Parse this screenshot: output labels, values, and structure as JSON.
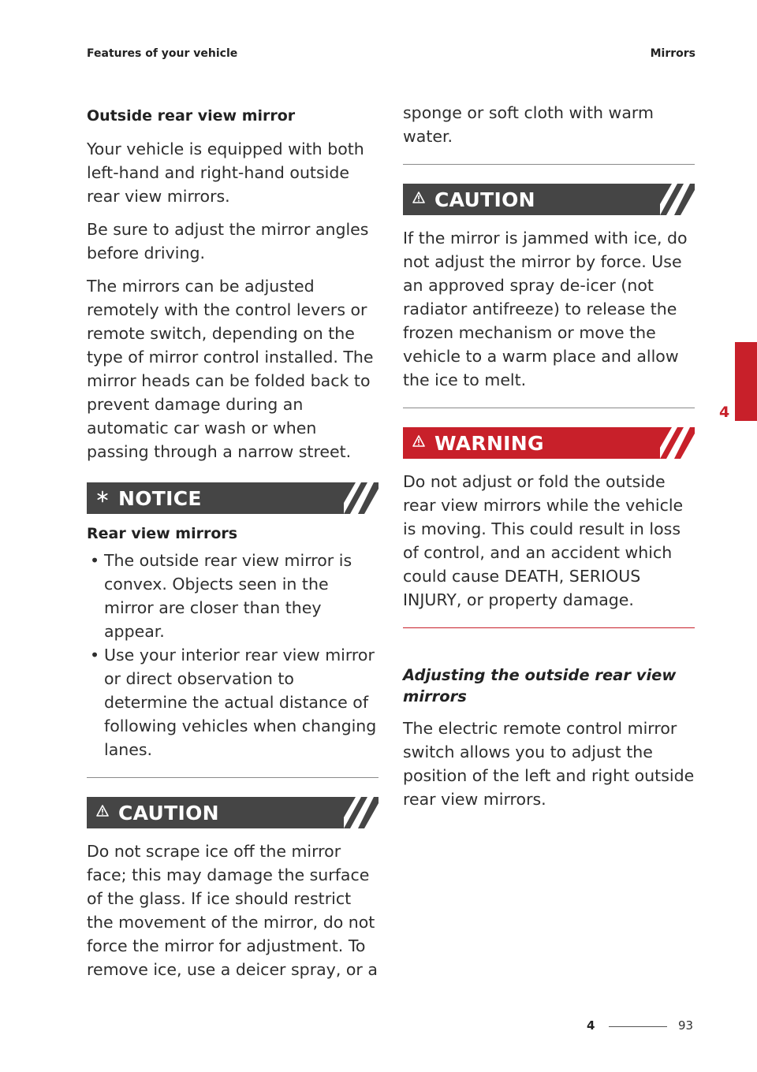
{
  "header": {
    "left": "Features of your vehicle",
    "right": "Mirrors"
  },
  "left_column": {
    "title": "Outside rear view mirror",
    "paragraphs": [
      "Your vehicle is equipped with both left-hand and right-hand outside rear view mirrors.",
      "Be sure to adjust the mirror angles before driving.",
      "The mirrors can be adjusted remotely with the control levers or remote switch, depending on the type of mirror control installed. The mirror heads can be folded back to prevent damage during an automatic car wash or when passing through a narrow street."
    ],
    "notice": {
      "label": "NOTICE",
      "icon": "asterisk-icon",
      "subtitle": "Rear view mirrors",
      "bullets": [
        "The outside rear view mirror is convex. Objects seen in the mirror are closer than they appear.",
        "Use your interior rear view mirror or direct observation to determine the actual distance of following vehicles when changing lanes."
      ]
    },
    "caution": {
      "label": "CAUTION",
      "icon": "warning-triangle-icon",
      "text": "Do not scrape ice off the mirror face; this may damage the surface of the glass. If ice should restrict the movement of the mirror, do not force the mirror for adjustment. To remove ice, use a deicer spray, or a"
    }
  },
  "right_column": {
    "continued_text": "sponge or soft cloth with warm water.",
    "caution": {
      "label": "CAUTION",
      "icon": "warning-triangle-icon",
      "text": "If the mirror is jammed with ice, do not adjust the mirror by force. Use an approved spray de-icer (not radiator antifreeze) to release the frozen mechanism or move the vehicle to a warm place and allow the ice to melt."
    },
    "warning": {
      "label": "WARNING",
      "icon": "warning-triangle-icon",
      "text": "Do not adjust or fold the outside rear view mirrors while the vehicle is moving. This could result in loss of control, and an accident which could cause DEATH, SERIOUS INJURY, or property damage."
    },
    "adjust_title": "Adjusting the outside rear view mirrors",
    "adjust_text": "The electric remote control mirror switch allows you to adjust the position of the left and right outside rear view mirrors."
  },
  "side_tab": {
    "chapter": "4"
  },
  "footer": {
    "chapter": "4",
    "page": "93"
  },
  "colors": {
    "accent_red": "#c8202a",
    "bar_gray": "#454545"
  }
}
